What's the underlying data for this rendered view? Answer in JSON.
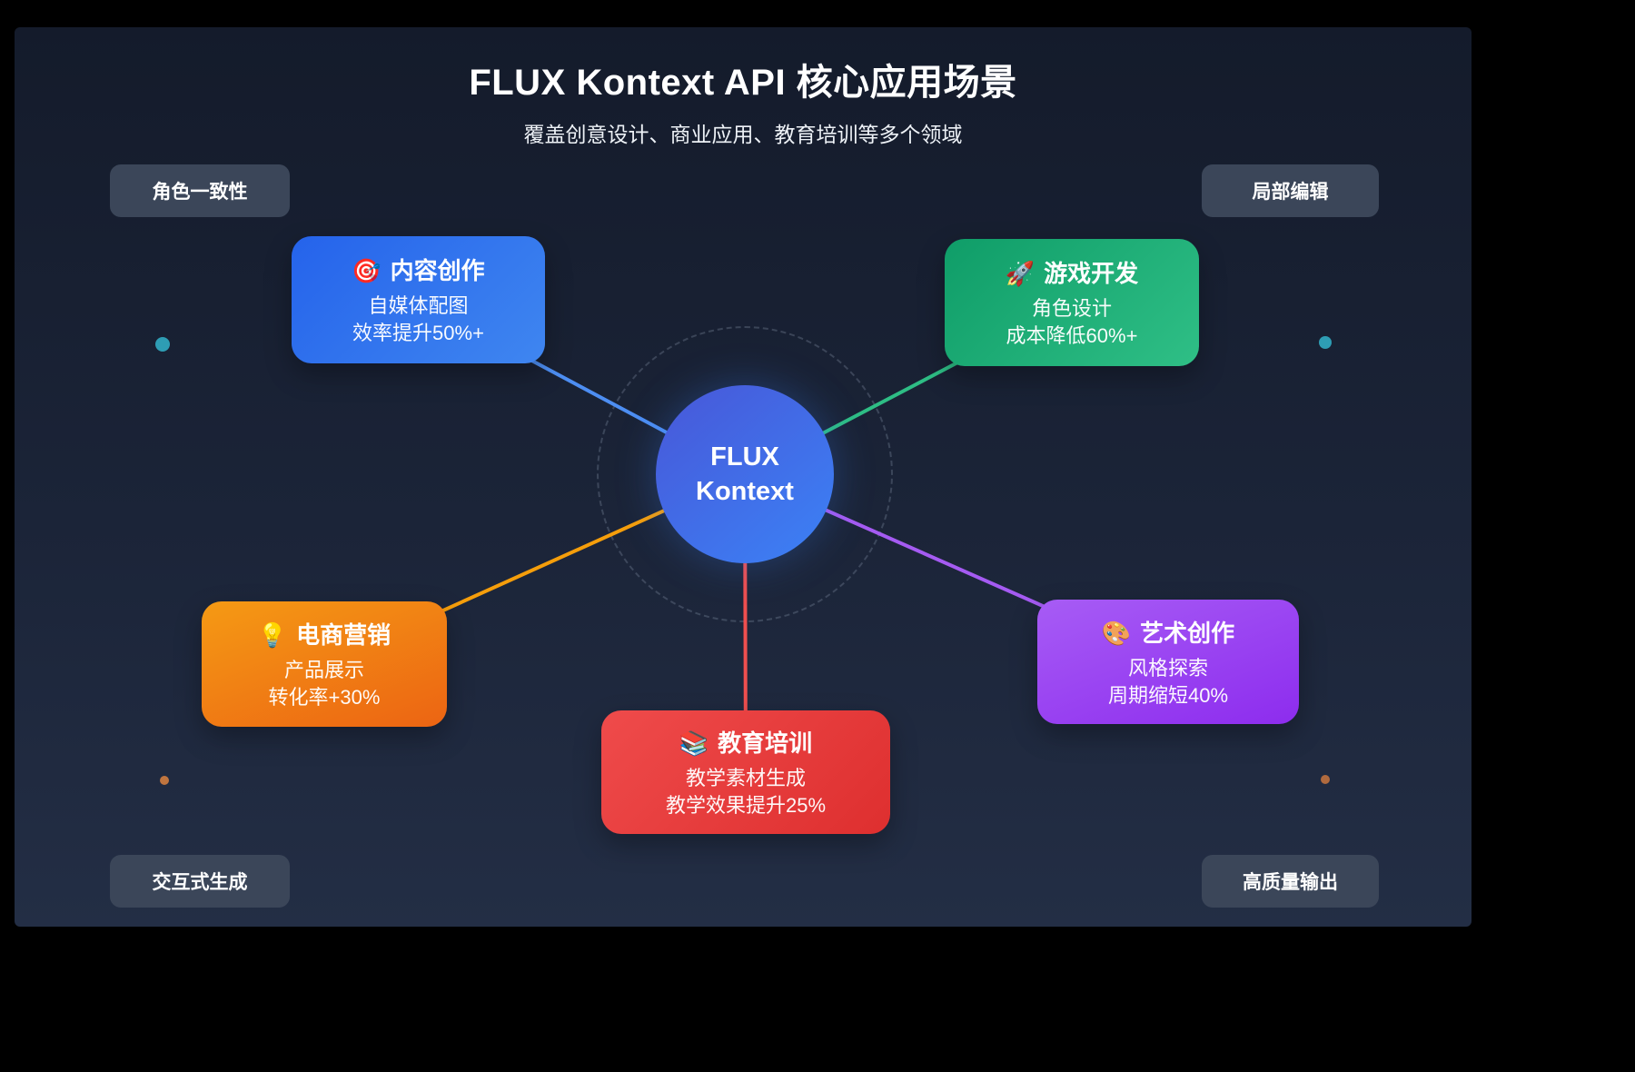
{
  "page": {
    "title": "FLUX Kontext API 核心应用场景",
    "subtitle": "覆盖创意设计、商业应用、教育培训等多个领域"
  },
  "center_node": {
    "line1": "FLUX",
    "line2": "Kontext"
  },
  "badges": [
    {
      "position": "top-left",
      "label": "角色一致性"
    },
    {
      "position": "top-right",
      "label": "局部编辑"
    },
    {
      "position": "bottom-left",
      "label": "交互式生成"
    },
    {
      "position": "bottom-right",
      "label": "高质量输出"
    }
  ],
  "cards": [
    {
      "id": "content-creation",
      "icon": "🎯",
      "icon_name": "dart-target-icon",
      "title": "内容创作",
      "line1": "自媒体配图",
      "line2": "效率提升50%+",
      "gradient_from": "#2563eb",
      "gradient_to": "#3f86f0",
      "connector_color": "#4d8ef2"
    },
    {
      "id": "game-dev",
      "icon": "🚀",
      "icon_name": "rocket-icon",
      "title": "游戏开发",
      "line1": "角色设计",
      "line2": "成本降低60%+",
      "gradient_from": "#0f9d68",
      "gradient_to": "#2fbf86",
      "connector_color": "#2ebd85"
    },
    {
      "id": "ecommerce-marketing",
      "icon": "💡",
      "icon_name": "light-bulb-icon",
      "title": "电商营销",
      "line1": "产品展示",
      "line2": "转化率+30%",
      "gradient_from": "#f59a14",
      "gradient_to": "#ec6413",
      "connector_color": "#f59e0b"
    },
    {
      "id": "education-training",
      "icon": "📚",
      "icon_name": "books-icon",
      "title": "教育培训",
      "line1": "教学素材生成",
      "line2": "教学效果提升25%",
      "gradient_from": "#ef4b4b",
      "gradient_to": "#de2f2f",
      "connector_color": "#ef4f4f"
    },
    {
      "id": "art-creation",
      "icon": "🎨",
      "icon_name": "palette-icon",
      "title": "艺术创作",
      "line1": "风格探索",
      "line2": "周期缩短40%",
      "gradient_from": "#a75cf5",
      "gradient_to": "#8d2cee",
      "connector_color": "#a55bf2"
    }
  ],
  "decor_dots": [
    {
      "position": "left-upper",
      "color": "#2e9db4"
    },
    {
      "position": "right-upper",
      "color": "#2e9db4"
    },
    {
      "position": "left-lower",
      "color": "#c0753f"
    },
    {
      "position": "right-lower",
      "color": "#b06a3e"
    }
  ],
  "theme": {
    "canvas_bg": "#000000",
    "panel_bg_top": "#141b2b",
    "panel_bg_bottom": "#232e45",
    "badge_bg": "#3b4659",
    "center_gradient_from": "#4857d8",
    "center_gradient_to": "#3b82f6",
    "dashed_ring_color": "#94a3b8",
    "text_color": "#ffffff"
  }
}
